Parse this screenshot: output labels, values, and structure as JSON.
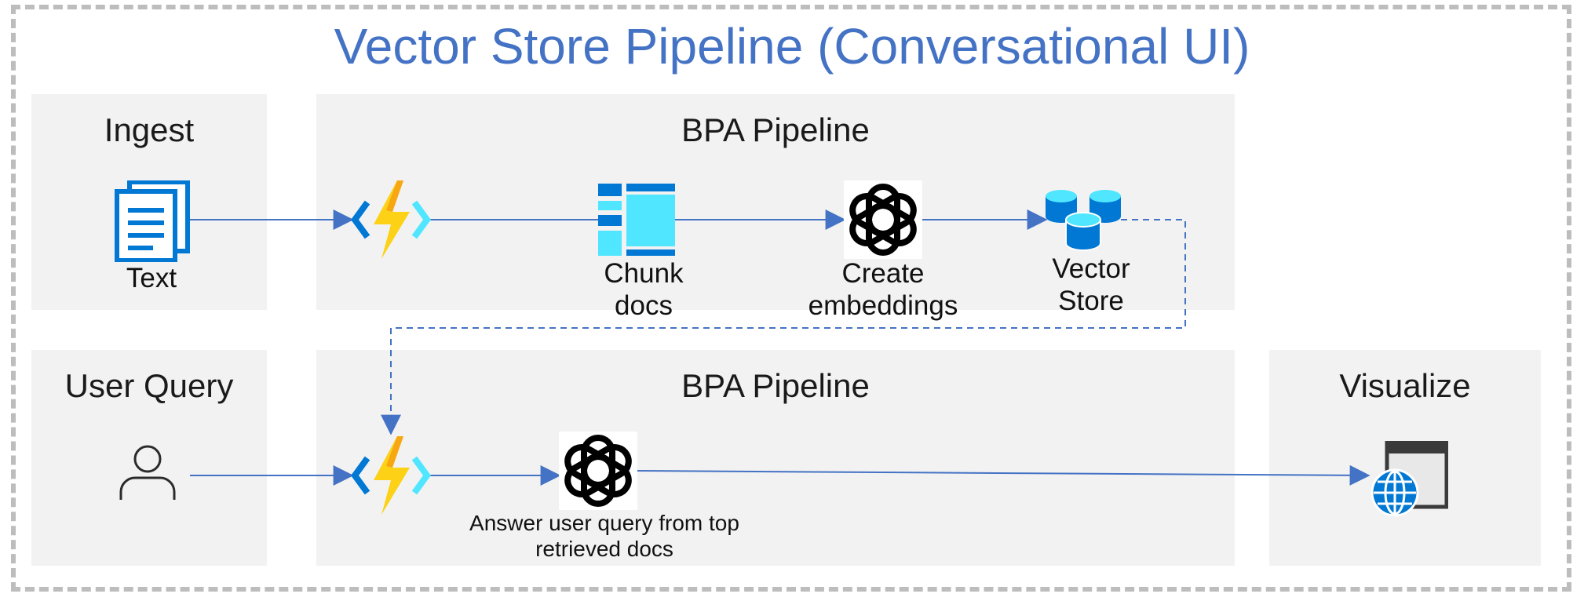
{
  "title": "Vector Store Pipeline (Conversational UI)",
  "panels": {
    "ingest": "Ingest",
    "bpa_top": "BPA Pipeline",
    "user_query": "User Query",
    "bpa_bottom": "BPA Pipeline",
    "visualize": "Visualize"
  },
  "nodes": {
    "text": "Text",
    "chunk_line1": "Chunk",
    "chunk_line2": "docs",
    "embed_line1": "Create",
    "embed_line2": "embeddings",
    "vector_line1": "Vector",
    "vector_line2": "Store",
    "answer_line1": "Answer user query from top",
    "answer_line2": "retrieved docs"
  },
  "colors": {
    "title": "#4472c4",
    "connector": "#4472c4",
    "panel": "#f2f2f2",
    "azure_blue": "#0078d4",
    "chunk_cyan": "#50e6ff",
    "bolt_yellow": "#fcd116"
  }
}
